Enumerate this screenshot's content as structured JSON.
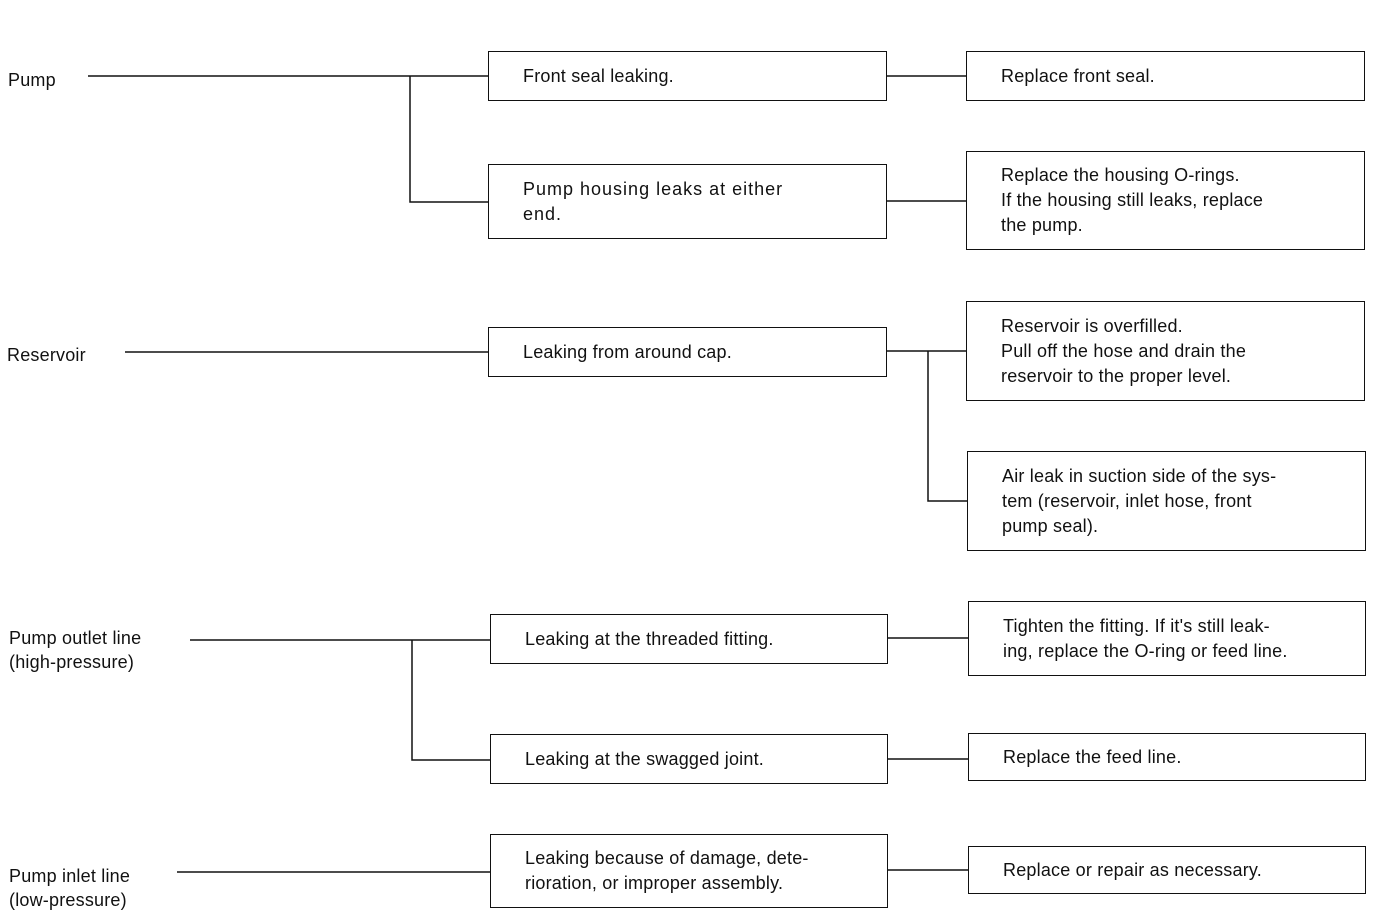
{
  "components": [
    {
      "label": "Pump",
      "symptoms": [
        {
          "text": "Front seal leaking.",
          "remedies": [
            "Replace front seal."
          ]
        },
        {
          "text": "Pump housing leaks at either\nend.",
          "remedies": [
            "Replace the housing O-rings.\nIf the housing still leaks, replace\nthe pump."
          ]
        }
      ]
    },
    {
      "label": "Reservoir",
      "symptoms": [
        {
          "text": "Leaking from around cap.",
          "remedies": [
            "Reservoir is overfilled.\nPull off the hose and drain the\nreservoir to the proper level.",
            "Air leak in suction side of the sys-\ntem (reservoir, inlet hose, front\npump seal)."
          ]
        }
      ]
    },
    {
      "label": "Pump outlet line\n(high-pressure)",
      "symptoms": [
        {
          "text": "Leaking at the threaded fitting.",
          "remedies": [
            "Tighten the fitting. If it's still leak-\ning, replace the O-ring or feed line."
          ]
        },
        {
          "text": "Leaking at the swagged joint.",
          "remedies": [
            "Replace the feed line."
          ]
        }
      ]
    },
    {
      "label": "Pump inlet line\n(low-pressure)",
      "symptoms": [
        {
          "text": "Leaking because of damage, dete-\nrioration, or improper assembly.",
          "remedies": [
            "Replace or repair as necessary."
          ]
        }
      ]
    }
  ]
}
